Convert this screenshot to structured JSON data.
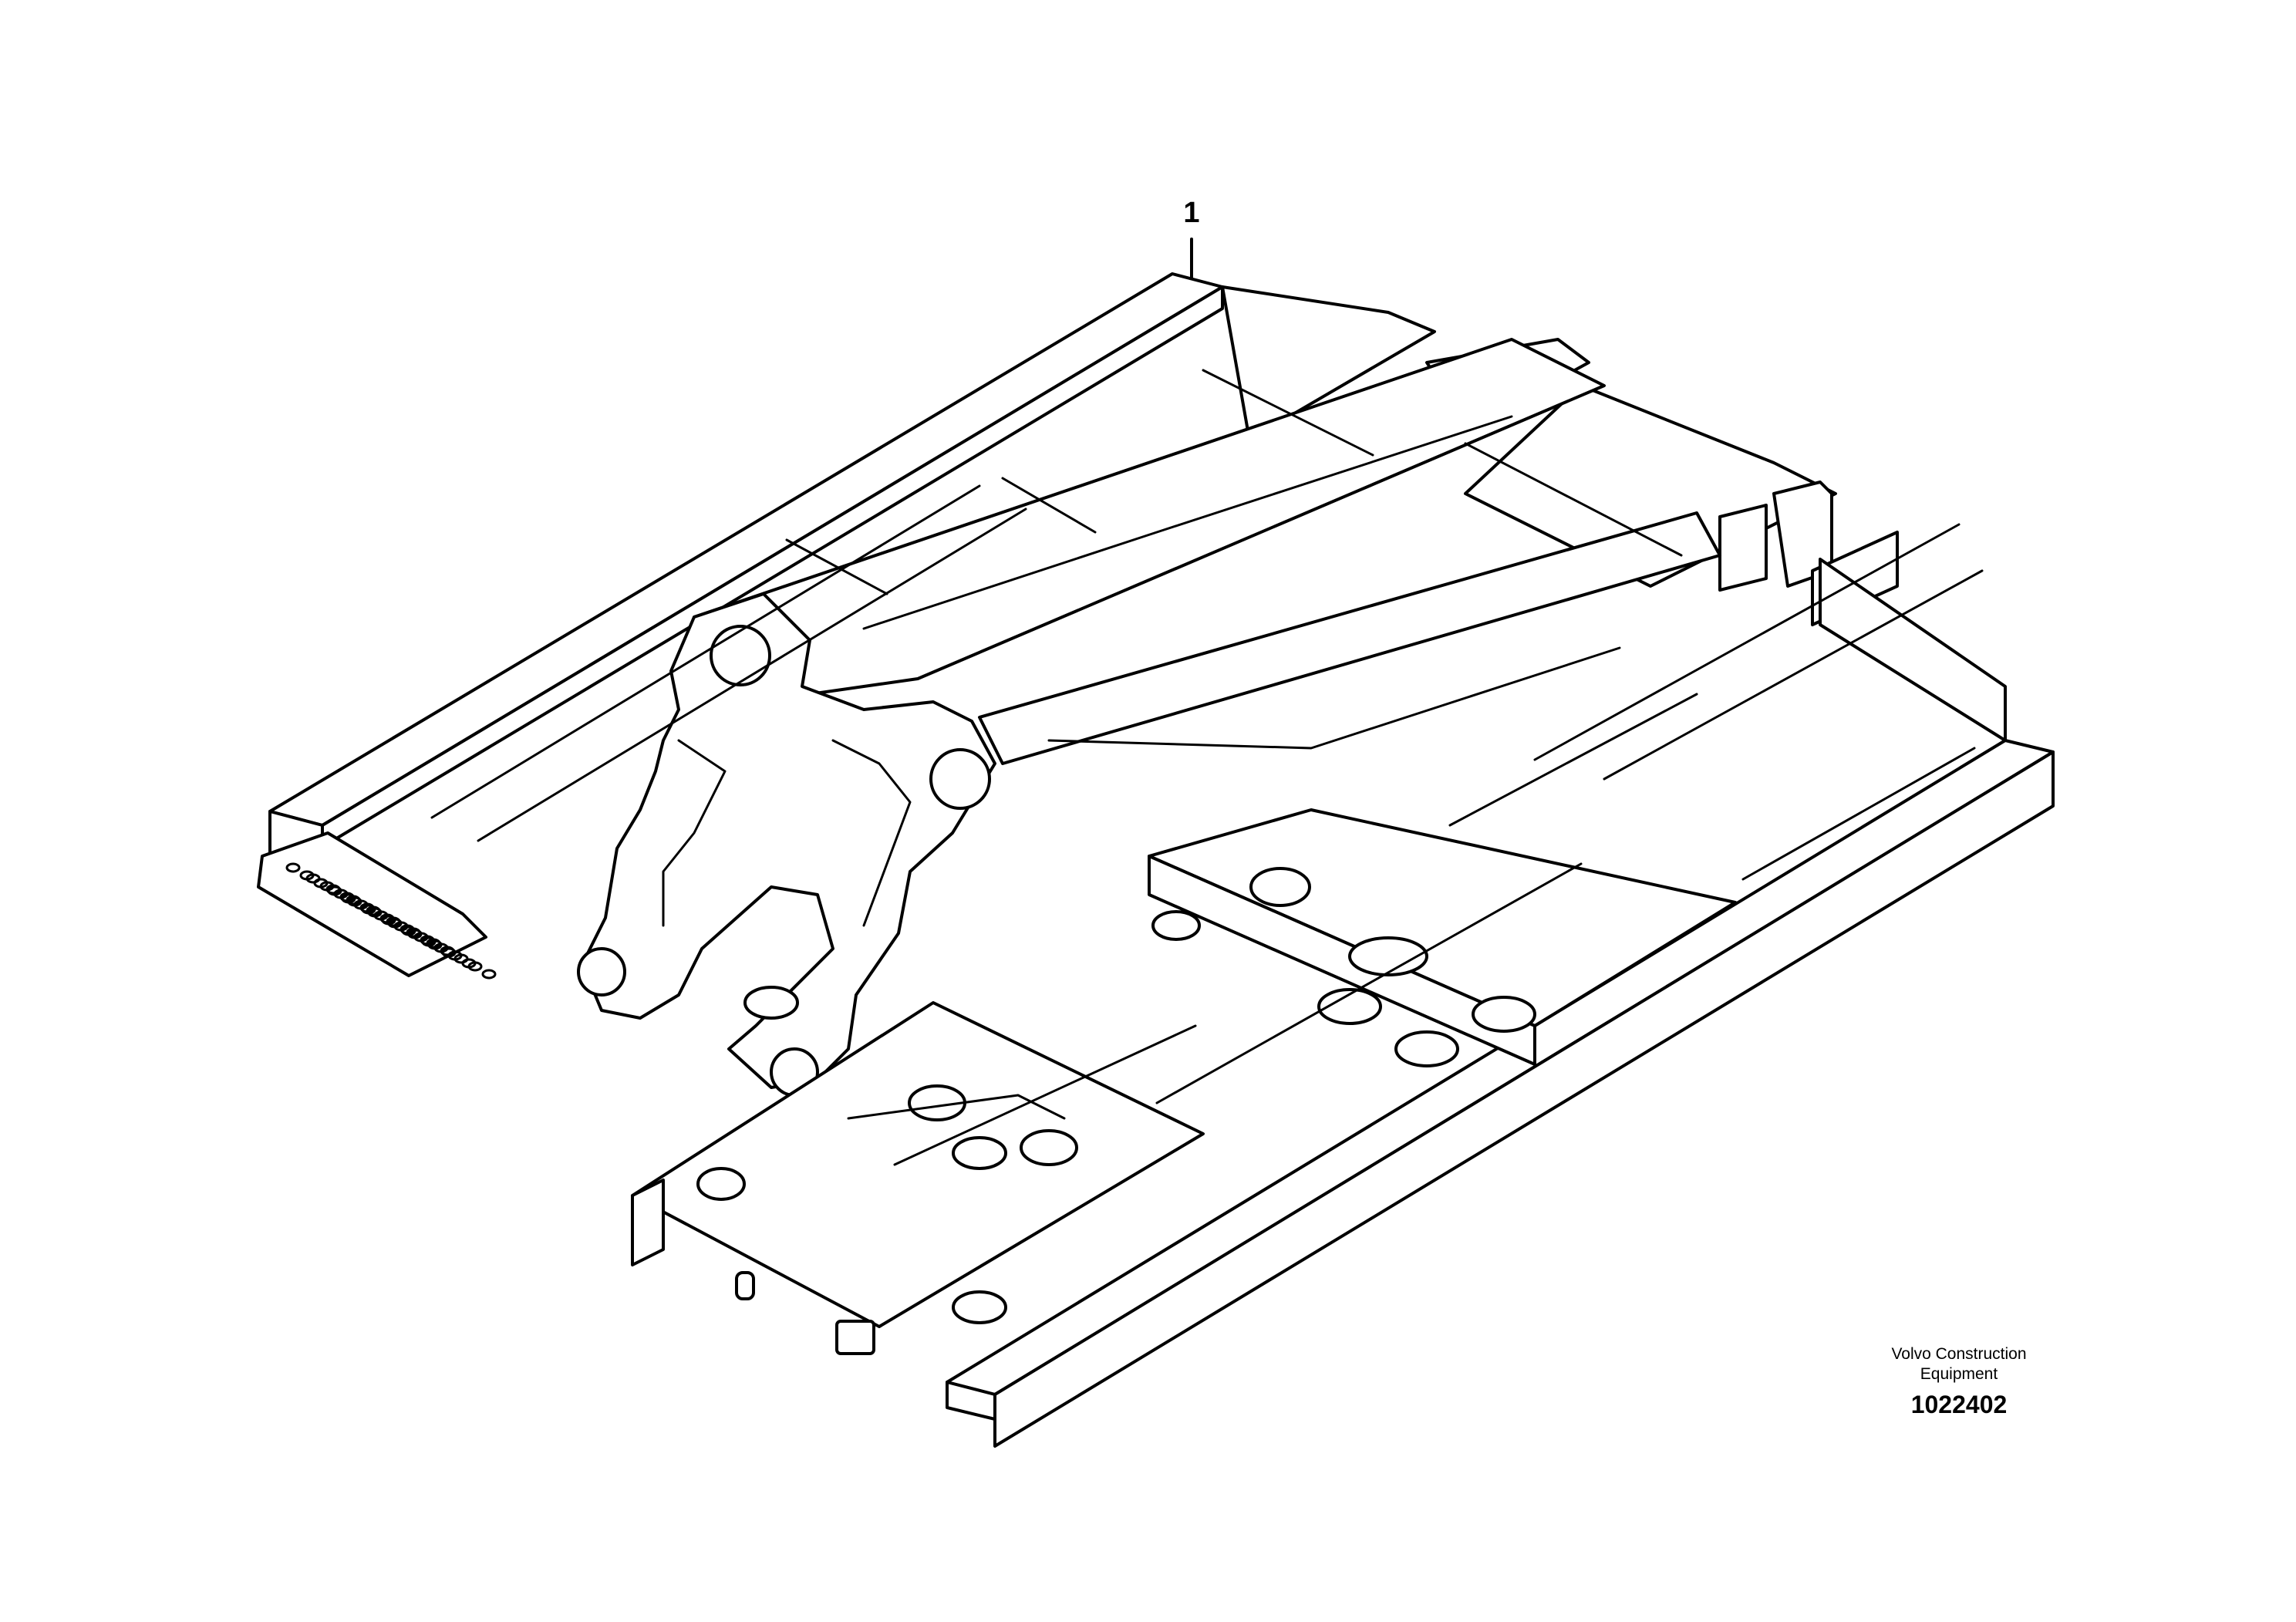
{
  "diagram": {
    "callouts": [
      {
        "label": "1"
      }
    ],
    "publisher": {
      "line1": "Volvo Construction",
      "line2": "Equipment"
    },
    "illustration_number": "1022402"
  }
}
